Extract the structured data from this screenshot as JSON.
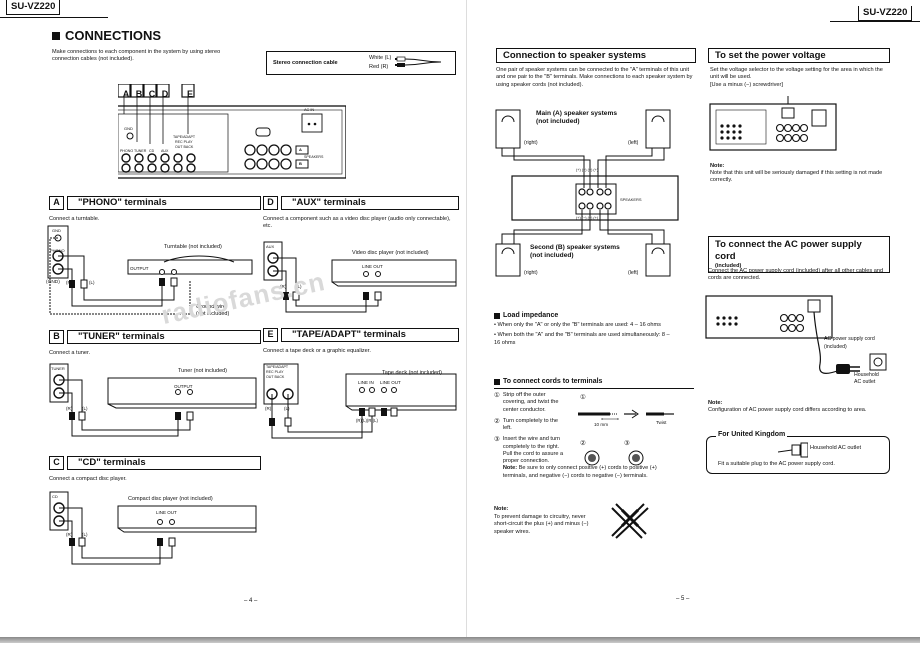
{
  "header": {
    "model_left": "SU-VZ220",
    "model_right": "SU-VZ220"
  },
  "left_page": {
    "title": "CONNECTIONS",
    "intro": "Make connections to each component in the system by using stereo connection cables (not included).",
    "cable_box": {
      "label": "Stereo connection cable",
      "white": "White (L)",
      "red": "Red (R)"
    },
    "panel": {
      "letters": [
        "A",
        "B",
        "C",
        "D",
        "E"
      ],
      "gnd": "GND",
      "jack_labels": [
        "PHONO",
        "TUNER",
        "CD",
        "AUX"
      ],
      "tape_label": "TAPE/ADAPT",
      "rec_play": "REC PLAY",
      "out_back": "OUT BACK",
      "ac_in": "AC IN",
      "speakers": "SPEAKERS",
      "spk_a": "A",
      "spk_b": "B"
    },
    "phono": {
      "letter": "A",
      "title": "\"PHONO\" terminals",
      "desc": "Connect a turntable.",
      "device": "Turntable (not included)",
      "output": "OUTPUT",
      "gnd": "(GND)",
      "r": "(R)",
      "l": "(L)",
      "ground_wire_1": "Ground wire",
      "ground_wire_2": "(not included)",
      "gnd_label": "GND",
      "phono_label": "PHONO"
    },
    "tuner": {
      "letter": "B",
      "title": "\"TUNER\" terminals",
      "desc": "Connect a tuner.",
      "device": "Tuner (not included)",
      "output": "OUTPUT",
      "jack": "TUNER",
      "r": "(R)",
      "l": "(L)"
    },
    "cd": {
      "letter": "C",
      "title": "\"CD\" terminals",
      "desc": "Connect a compact disc player.",
      "device": "Compact disc player (not included)",
      "line_out": "LINE OUT",
      "jack": "CD",
      "r": "(R)",
      "l": "(L)"
    },
    "aux": {
      "letter": "D",
      "title": "\"AUX\" terminals",
      "desc": "Connect a component such as a video disc player (audio only connectable), etc.",
      "device": "Video disc player (not included)",
      "line_out": "LINE OUT",
      "jack": "AUX",
      "r": "(R)",
      "l": "(L)"
    },
    "tape": {
      "letter": "E",
      "title": "\"TAPE/ADAPT\" terminals",
      "desc": "Connect a tape deck or a graphic equalizer.",
      "device": "Tape deck (not included)",
      "line_in": "LINE IN",
      "line_out": "LINE OUT",
      "jack1": "TAPE/ADAPT",
      "jack2": "REC PLAY",
      "jack3": "OUT BACK",
      "r": "(R)",
      "l": "(L)",
      "rl": "(R)(L)(R)(L)"
    },
    "page_number": "– 4 –"
  },
  "right_page": {
    "speaker": {
      "title": "Connection to speaker systems",
      "desc": "One pair of speaker systems can be connected to the \"A\" terminals of this unit and one pair to the \"B\" terminals. Make connections to each speaker system by using speaker cords (not included).",
      "main_a_1": "Main (A) speaker systems",
      "main_a_2": "(not included)",
      "second_b_1": "Second (B) speaker systems",
      "second_b_2": "(not included)",
      "right": "(right)",
      "left": "(left)",
      "speakers": "SPEAKERS",
      "polarity": "(+) (−) (−) (+)",
      "minus_plus": "(−) (+)"
    },
    "impedance": {
      "title": "Load impedance",
      "bullet1": "When only the \"A\" or only the \"B\" terminals are used: 4 – 16 ohms",
      "bullet2": "When both the \"A\" and the \"B\" terminals are used simultaneously: 8 – 16 ohms"
    },
    "cords": {
      "title": "To connect cords to terminals",
      "step1": "Strip off the outer covering, and twist the center conductor.",
      "step2": "Turn completely to the left.",
      "step3": "Insert the wire and turn completely to the right. Pull the cord to assure a proper connection.",
      "note_inline_label": "Note:",
      "note_inline": "Be sure to only connect positive (+) cords to positive (+) terminals, and negative (−) cords to negative (−) terminals.",
      "mm": "10 mm",
      "twist": "Twist",
      "n1": "①",
      "n2": "②",
      "n3": "③",
      "note_label": "Note:",
      "note": "To prevent damage to circuitry, never short-circuit the plus (+) and minus (−) speaker wires."
    },
    "voltage": {
      "title": "To set the power voltage",
      "desc": "Set the voltage selector to the voltage setting for the area in which the unit will be used.",
      "tool": "[Use a minus (−) screwdriver]",
      "note_label": "Note:",
      "note": "Note that this unit will be seriously damaged if this setting is not made correctly."
    },
    "ac_cord": {
      "title": "To connect the AC power supply cord",
      "subtitle": "(included)",
      "desc": "Connect the AC power supply cord (included) after all other cables and cords are connected.",
      "cord_label_1": "AC power supply cord",
      "cord_label_2": "(included)",
      "outlet_1": "Household",
      "outlet_2": "AC outlet",
      "note_label": "Note:",
      "note": "Configuration of AC power supply cord differs according to area."
    },
    "uk": {
      "title": "For United Kingdom",
      "outlet": "Household AC outlet",
      "desc": "Fit a suitable plug to the AC power supply cord."
    },
    "page_number": "– 5 –"
  },
  "watermark": "radiofans.cn"
}
